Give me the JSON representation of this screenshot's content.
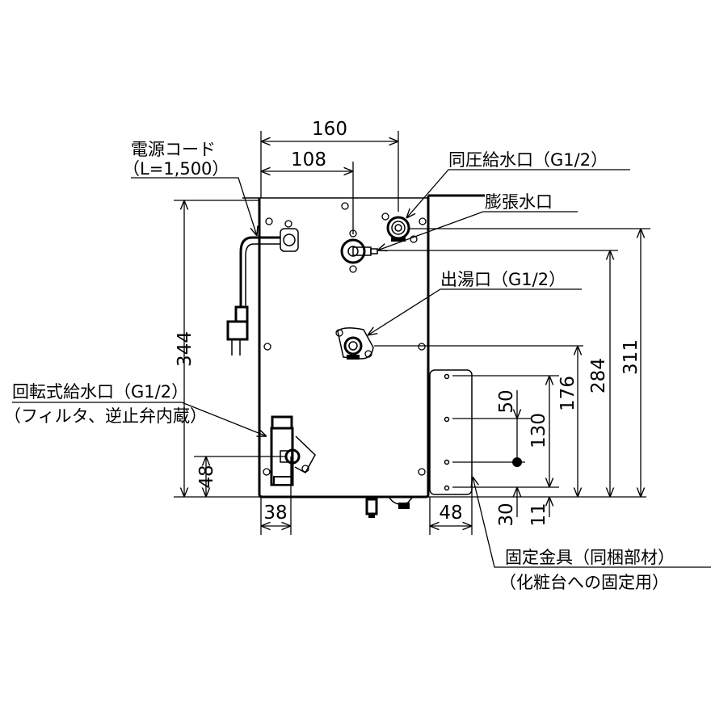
{
  "labels": {
    "power_cord": "電源コード",
    "power_cord_len": "（L=1,500）",
    "equal_pressure_inlet": "同圧給水口（G1/2）",
    "expansion_outlet": "膨張水口",
    "hot_water_outlet": "出湯口（G1/2）",
    "rotary_inlet": "回転式給水口（G1/2）",
    "rotary_inlet_note": "（フィルタ、逆止弁内蔵）",
    "bracket": "固定金具（同梱部材）",
    "bracket_note": "（化粧台への固定用）"
  },
  "dimensions": {
    "width_total": "160",
    "width_inlet": "108",
    "height_total": "344",
    "inlet_height": "48",
    "inlet_offset": "38",
    "bracket_width": "48",
    "hole_pitch": "50",
    "bracket_span": "130",
    "hot_outlet_height": "176",
    "expansion_height": "284",
    "inlet_top_height": "311",
    "bracket_bottom": "30",
    "bracket_offset": "11"
  }
}
